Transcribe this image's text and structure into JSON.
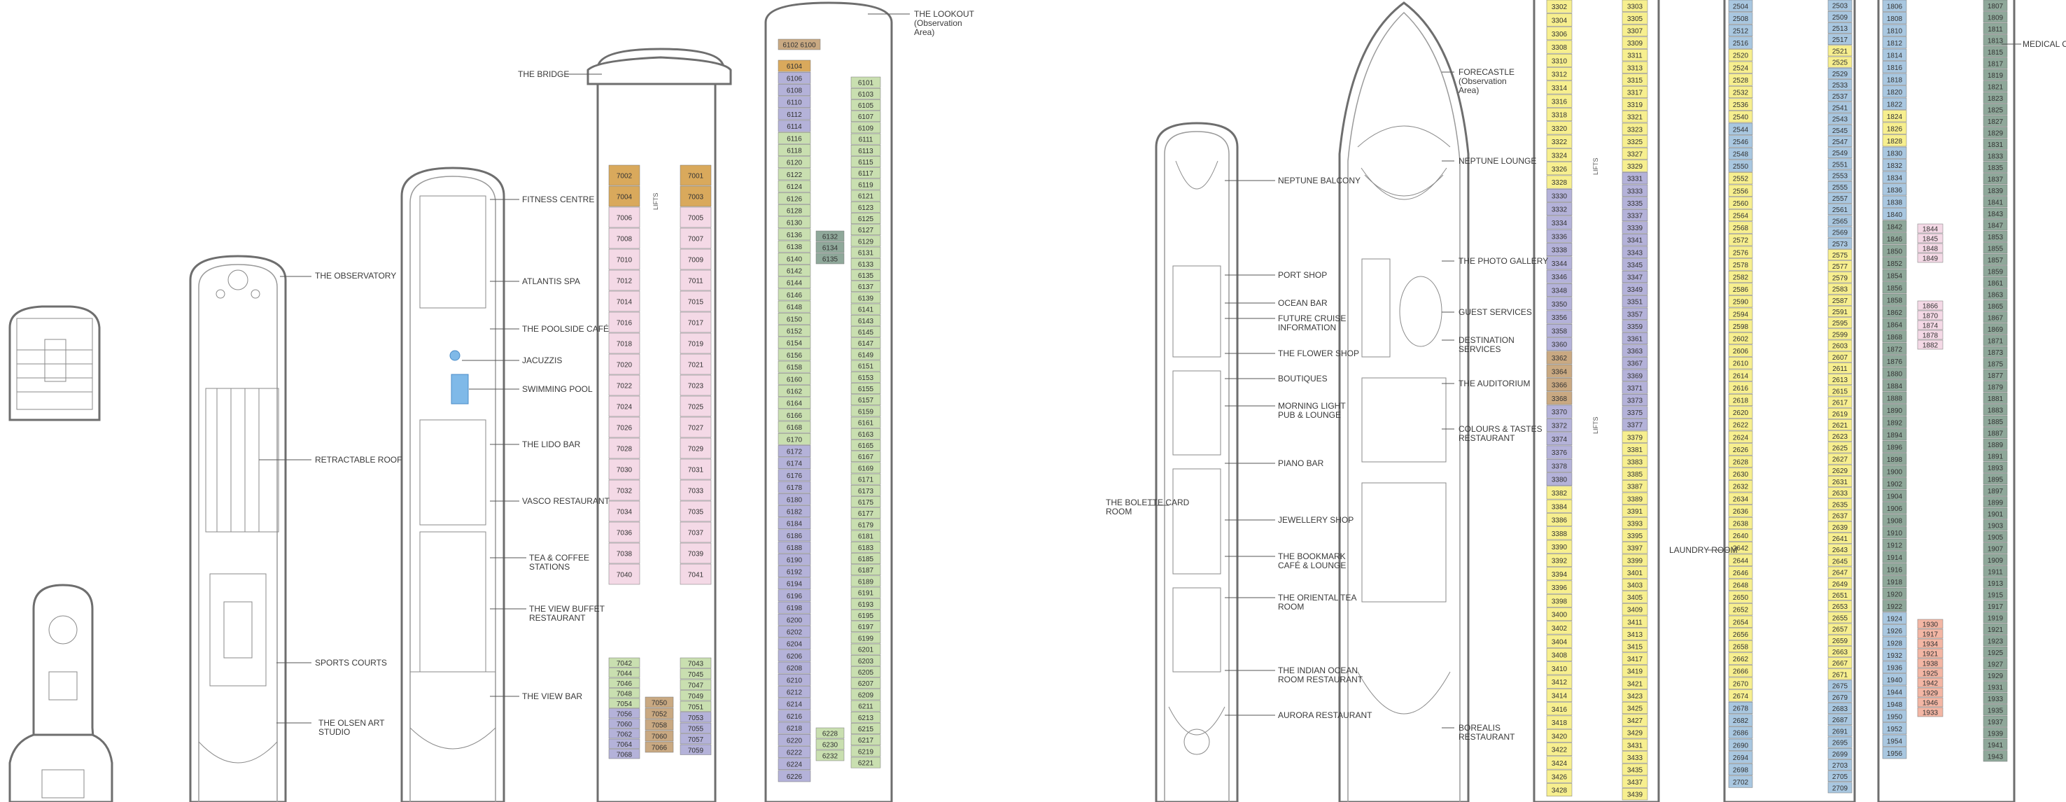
{
  "colors": {
    "suite": "#d9a95c",
    "veranda": "#f4d9e6",
    "oceanview": "#c9dfb0",
    "inside": "#b4b2d9",
    "deluxe_blue": "#a9c7e0",
    "yellow": "#f7ef8f",
    "salmon": "#f3b6a4",
    "teal": "#8fa89a",
    "tan": "#c9a982"
  },
  "labels": {
    "observatory": "THE OBSERVATORY",
    "retractable_roof": "RETRACTABLE ROOF",
    "sports_courts": "SPORTS COURTS",
    "olsen_art_studio": "THE OLSEN ART STUDIO",
    "fitness_centre": "FITNESS CENTRE",
    "atlantis_spa": "ATLANTIS SPA",
    "poolside_cafe": "THE POOLSIDE CAFÉ",
    "jacuzzis": "JACUZZIS",
    "swimming_pool": "SWIMMING POOL",
    "lido_bar": "THE LIDO BAR",
    "vasco_restaurant": "VASCO RESTAURANT",
    "tea_coffee": "TEA & COFFEE STATIONS",
    "view_buffet": "THE VIEW BUFFET RESTAURANT",
    "view_bar": "THE VIEW BAR",
    "the_bridge": "THE BRIDGE",
    "the_lookout": "THE LOOKOUT (Observation Area)",
    "neptune_balcony": "NEPTUNE BALCONY",
    "port_shop": "PORT SHOP",
    "ocean_bar": "OCEAN BAR",
    "future_cruise": "FUTURE CRUISE INFORMATION",
    "flower_shop": "THE FLOWER SHOP",
    "boutiques": "BOUTIQUES",
    "morning_light": "MORNING LIGHT PUB & LOUNGE",
    "piano_bar": "PIANO BAR",
    "bolette_card": "THE BOLETTE CARD ROOM",
    "jewellery_shop": "JEWELLERY SHOP",
    "bookmark_cafe": "THE BOOKMARK CAFÉ & LOUNGE",
    "oriental_tea": "THE ORIENTAL TEA ROOM",
    "indian_ocean": "THE INDIAN OCEAN ROOM RESTAURANT",
    "aurora": "AURORA RESTAURANT",
    "forecastle": "FORECASTLE (Observation Area)",
    "neptune_lounge": "NEPTUNE LOUNGE",
    "photo_gallery": "THE PHOTO GALLERY",
    "guest_services": "GUEST SERVICES",
    "destination_services": "DESTINATION SERVICES",
    "auditorium": "THE AUDITORIUM",
    "colours_tastes": "COLOURS & TASTES RESTAURANT",
    "borealis": "BOREALIS RESTAURANT",
    "laundry_room": "LAUNDRY ROOM",
    "medical_centre": "MEDICAL CENTRE",
    "lifts": "LIFTS"
  },
  "deck7": {
    "port": [
      {
        "n": "7002",
        "c": "suite"
      },
      {
        "n": "7004",
        "c": "suite"
      },
      {
        "n": "7006",
        "c": "veranda"
      },
      {
        "n": "7008",
        "c": "veranda"
      },
      {
        "n": "7010",
        "c": "veranda"
      },
      {
        "n": "7012",
        "c": "veranda"
      },
      {
        "n": "7014",
        "c": "veranda"
      },
      {
        "n": "7016",
        "c": "veranda"
      },
      {
        "n": "7018",
        "c": "veranda"
      },
      {
        "n": "7020",
        "c": "veranda"
      },
      {
        "n": "7022",
        "c": "veranda"
      },
      {
        "n": "7024",
        "c": "veranda"
      },
      {
        "n": "7026",
        "c": "veranda"
      },
      {
        "n": "7028",
        "c": "veranda"
      },
      {
        "n": "7030",
        "c": "veranda"
      },
      {
        "n": "7032",
        "c": "veranda"
      },
      {
        "n": "7034",
        "c": "veranda"
      },
      {
        "n": "7036",
        "c": "veranda"
      },
      {
        "n": "7038",
        "c": "veranda"
      },
      {
        "n": "7040",
        "c": "veranda"
      },
      {
        "n": "7042",
        "c": "oceanview"
      },
      {
        "n": "7044",
        "c": "oceanview"
      },
      {
        "n": "7046",
        "c": "oceanview"
      },
      {
        "n": "7048",
        "c": "oceanview"
      },
      {
        "n": "7054",
        "c": "oceanview"
      },
      {
        "n": "7056",
        "c": "inside"
      },
      {
        "n": "7060",
        "c": "inside"
      },
      {
        "n": "7062",
        "c": "inside"
      },
      {
        "n": "7064",
        "c": "inside"
      },
      {
        "n": "7068",
        "c": "inside"
      }
    ],
    "starboard": [
      {
        "n": "7001",
        "c": "suite"
      },
      {
        "n": "7003",
        "c": "suite"
      },
      {
        "n": "7005",
        "c": "veranda"
      },
      {
        "n": "7007",
        "c": "veranda"
      },
      {
        "n": "7009",
        "c": "veranda"
      },
      {
        "n": "7011",
        "c": "veranda"
      },
      {
        "n": "7015",
        "c": "veranda"
      },
      {
        "n": "7017",
        "c": "veranda"
      },
      {
        "n": "7019",
        "c": "veranda"
      },
      {
        "n": "7021",
        "c": "veranda"
      },
      {
        "n": "7023",
        "c": "veranda"
      },
      {
        "n": "7025",
        "c": "veranda"
      },
      {
        "n": "7027",
        "c": "veranda"
      },
      {
        "n": "7029",
        "c": "veranda"
      },
      {
        "n": "7031",
        "c": "veranda"
      },
      {
        "n": "7033",
        "c": "veranda"
      },
      {
        "n": "7035",
        "c": "veranda"
      },
      {
        "n": "7037",
        "c": "veranda"
      },
      {
        "n": "7039",
        "c": "veranda"
      },
      {
        "n": "7041",
        "c": "veranda"
      },
      {
        "n": "7043",
        "c": "oceanview"
      },
      {
        "n": "7045",
        "c": "oceanview"
      },
      {
        "n": "7047",
        "c": "oceanview"
      },
      {
        "n": "7049",
        "c": "oceanview"
      },
      {
        "n": "7051",
        "c": "oceanview"
      },
      {
        "n": "7053",
        "c": "inside"
      },
      {
        "n": "7055",
        "c": "inside"
      },
      {
        "n": "7057",
        "c": "inside"
      },
      {
        "n": "7059",
        "c": "inside"
      }
    ],
    "center": [
      "7050",
      "7052",
      "7058",
      "7060",
      "7066"
    ]
  },
  "deck6": {
    "port": [
      "6104",
      "6106",
      "6108",
      "6110",
      "6112",
      "6114",
      "6116",
      "6118",
      "6120",
      "6122",
      "6124",
      "6126",
      "6128",
      "6130",
      "6136",
      "6138",
      "6140",
      "6142",
      "6144",
      "6146",
      "6148",
      "6150",
      "6152",
      "6154",
      "6156",
      "6158",
      "6160",
      "6162",
      "6164",
      "6166",
      "6168",
      "6170",
      "6172",
      "6174",
      "6176",
      "6178",
      "6180",
      "6182",
      "6184",
      "6186",
      "6188",
      "6190",
      "6192",
      "6194",
      "6196",
      "6198",
      "6200",
      "6202",
      "6204",
      "6206",
      "6208",
      "6210",
      "6212",
      "6214",
      "6216",
      "6218",
      "6220",
      "6222",
      "6224",
      "6226"
    ],
    "starboard": [
      "6101",
      "6103",
      "6105",
      "6107",
      "6109",
      "6111",
      "6113",
      "6115",
      "6117",
      "6119",
      "6121",
      "6123",
      "6125",
      "6127",
      "6129",
      "6131",
      "6133",
      "6135",
      "6137",
      "6139",
      "6141",
      "6143",
      "6145",
      "6147",
      "6149",
      "6151",
      "6153",
      "6155",
      "6157",
      "6159",
      "6161",
      "6163",
      "6165",
      "6167",
      "6169",
      "6171",
      "6173",
      "6175",
      "6177",
      "6179",
      "6181",
      "6183",
      "6185",
      "6187",
      "6189",
      "6191",
      "6193",
      "6195",
      "6197",
      "6199",
      "6201",
      "6203",
      "6205",
      "6207",
      "6209",
      "6211",
      "6213",
      "6215",
      "6217",
      "6219",
      "6221"
    ],
    "forward": [
      "6102",
      "6100"
    ],
    "center": [
      "6132",
      "6134",
      "6135",
      "6228",
      "6230",
      "6232"
    ]
  },
  "deck3": {
    "port": [
      "3302",
      "3304",
      "3306",
      "3308",
      "3310",
      "3312",
      "3314",
      "3316",
      "3318",
      "3320",
      "3322",
      "3324",
      "3326",
      "3328",
      "3330",
      "3332",
      "3334",
      "3336",
      "3338",
      "3344",
      "3346",
      "3348",
      "3350",
      "3356",
      "3358",
      "3360",
      "3362",
      "3364",
      "3366",
      "3368",
      "3370",
      "3372",
      "3374",
      "3376",
      "3378",
      "3380",
      "3382",
      "3384",
      "3386",
      "3388",
      "3390",
      "3392",
      "3394",
      "3396",
      "3398",
      "3400",
      "3402",
      "3404",
      "3408",
      "3410",
      "3412",
      "3414",
      "3416",
      "3418",
      "3420",
      "3422",
      "3424",
      "3426",
      "3428"
    ],
    "starboard": [
      "3303",
      "3305",
      "3307",
      "3309",
      "3311",
      "3313",
      "3315",
      "3317",
      "3319",
      "3321",
      "3323",
      "3325",
      "3327",
      "3329",
      "3331",
      "3333",
      "3335",
      "3337",
      "3339",
      "3341",
      "3343",
      "3345",
      "3347",
      "3349",
      "3351",
      "3357",
      "3359",
      "3361",
      "3363",
      "3367",
      "3369",
      "3371",
      "3373",
      "3375",
      "3377",
      "3379",
      "3381",
      "3383",
      "3385",
      "3387",
      "3389",
      "3391",
      "3393",
      "3395",
      "3397",
      "3399",
      "3401",
      "3403",
      "3405",
      "3409",
      "3411",
      "3413",
      "3415",
      "3417",
      "3419",
      "3421",
      "3423",
      "3425",
      "3427",
      "3429",
      "3431",
      "3433",
      "3435",
      "3437",
      "3439"
    ]
  },
  "deck2": {
    "port": [
      "2504",
      "2508",
      "2512",
      "2516",
      "2520",
      "2524",
      "2528",
      "2532",
      "2536",
      "2540",
      "2544",
      "2546",
      "2548",
      "2550",
      "2552",
      "2556",
      "2560",
      "2564",
      "2568",
      "2572",
      "2576",
      "2578",
      "2582",
      "2586",
      "2590",
      "2594",
      "2598",
      "2602",
      "2606",
      "2610",
      "2614",
      "2616",
      "2618",
      "2620",
      "2622",
      "2624",
      "2626",
      "2628",
      "2630",
      "2632",
      "2634",
      "2636",
      "2638",
      "2640",
      "2642",
      "2644",
      "2646",
      "2648",
      "2650",
      "2652",
      "2654",
      "2656",
      "2658",
      "2662",
      "2666",
      "2670",
      "2674",
      "2678",
      "2682",
      "2686",
      "2690",
      "2694",
      "2698",
      "2702"
    ],
    "starboard": [
      "2503",
      "2509",
      "2513",
      "2517",
      "2521",
      "2525",
      "2529",
      "2533",
      "2537",
      "2541",
      "2543",
      "2545",
      "2547",
      "2549",
      "2551",
      "2553",
      "2555",
      "2557",
      "2561",
      "2565",
      "2569",
      "2573",
      "2575",
      "2577",
      "2579",
      "2583",
      "2587",
      "2591",
      "2595",
      "2599",
      "2603",
      "2607",
      "2611",
      "2613",
      "2615",
      "2617",
      "2619",
      "2621",
      "2623",
      "2625",
      "2627",
      "2629",
      "2631",
      "2633",
      "2635",
      "2637",
      "2639",
      "2641",
      "2643",
      "2645",
      "2647",
      "2649",
      "2651",
      "2653",
      "2655",
      "2657",
      "2659",
      "2663",
      "2667",
      "2671",
      "2675",
      "2679",
      "2683",
      "2687",
      "2691",
      "2695",
      "2699",
      "2703",
      "2705",
      "2709"
    ]
  },
  "deck1": {
    "port": [
      "1806",
      "1808",
      "1810",
      "1812",
      "1814",
      "1816",
      "1818",
      "1820",
      "1822",
      "1824",
      "1826",
      "1828",
      "1830",
      "1832",
      "1834",
      "1836",
      "1838",
      "1840",
      "1842",
      "1846",
      "1850",
      "1852",
      "1854",
      "1856",
      "1858",
      "1862",
      "1864",
      "1868",
      "1872",
      "1876",
      "1880",
      "1884",
      "1888",
      "1890",
      "1892",
      "1894",
      "1896",
      "1898",
      "1900",
      "1902",
      "1904",
      "1906",
      "1908",
      "1910",
      "1912",
      "1914",
      "1916",
      "1918",
      "1920",
      "1922",
      "1924",
      "1926",
      "1928",
      "1932",
      "1936",
      "1940",
      "1944",
      "1948",
      "1950",
      "1952",
      "1954",
      "1956"
    ],
    "starboard": [
      "1807",
      "1809",
      "1811",
      "1813",
      "1815",
      "1817",
      "1819",
      "1821",
      "1823",
      "1825",
      "1827",
      "1829",
      "1831",
      "1833",
      "1835",
      "1837",
      "1839",
      "1841",
      "1843",
      "1847",
      "1853",
      "1855",
      "1857",
      "1859",
      "1861",
      "1863",
      "1865",
      "1867",
      "1869",
      "1871",
      "1873",
      "1875",
      "1877",
      "1879",
      "1881",
      "1883",
      "1885",
      "1887",
      "1889",
      "1891",
      "1893",
      "1895",
      "1897",
      "1899",
      "1901",
      "1903",
      "1905",
      "1907",
      "1909",
      "1911",
      "1913",
      "1915",
      "1917",
      "1919",
      "1921",
      "1923",
      "1925",
      "1927",
      "1929",
      "1931",
      "1933",
      "1935",
      "1937",
      "1939",
      "1941",
      "1943"
    ],
    "center": [
      "1844",
      "1845",
      "1848",
      "1849",
      "1866",
      "1870",
      "1874",
      "1878",
      "1882",
      "1930",
      "1917",
      "1934",
      "1921",
      "1938",
      "1925",
      "1942",
      "1929",
      "1946",
      "1933"
    ]
  }
}
